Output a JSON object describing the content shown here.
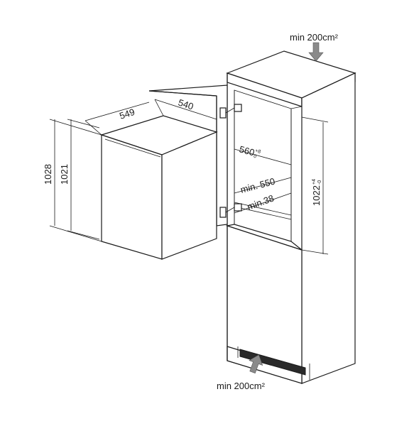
{
  "labels": {
    "vent_top": "min 200cm²",
    "vent_bottom": "min 200cm²",
    "depth_549": "549",
    "width_540": "540",
    "height_1028": "1028",
    "height_1021": "1021",
    "niche_width": "560",
    "niche_width_tol_plus": "+8",
    "niche_width_tol_minus": "0",
    "min_550": "min. 550",
    "min_38": "min.38",
    "niche_height": "1022",
    "niche_height_tol_plus": "+4",
    "niche_height_tol_minus": "-0"
  },
  "colors": {
    "line": "#1a1a1a",
    "arrow": "#8a8a8a",
    "vent_grille": "#2a2a2a"
  }
}
